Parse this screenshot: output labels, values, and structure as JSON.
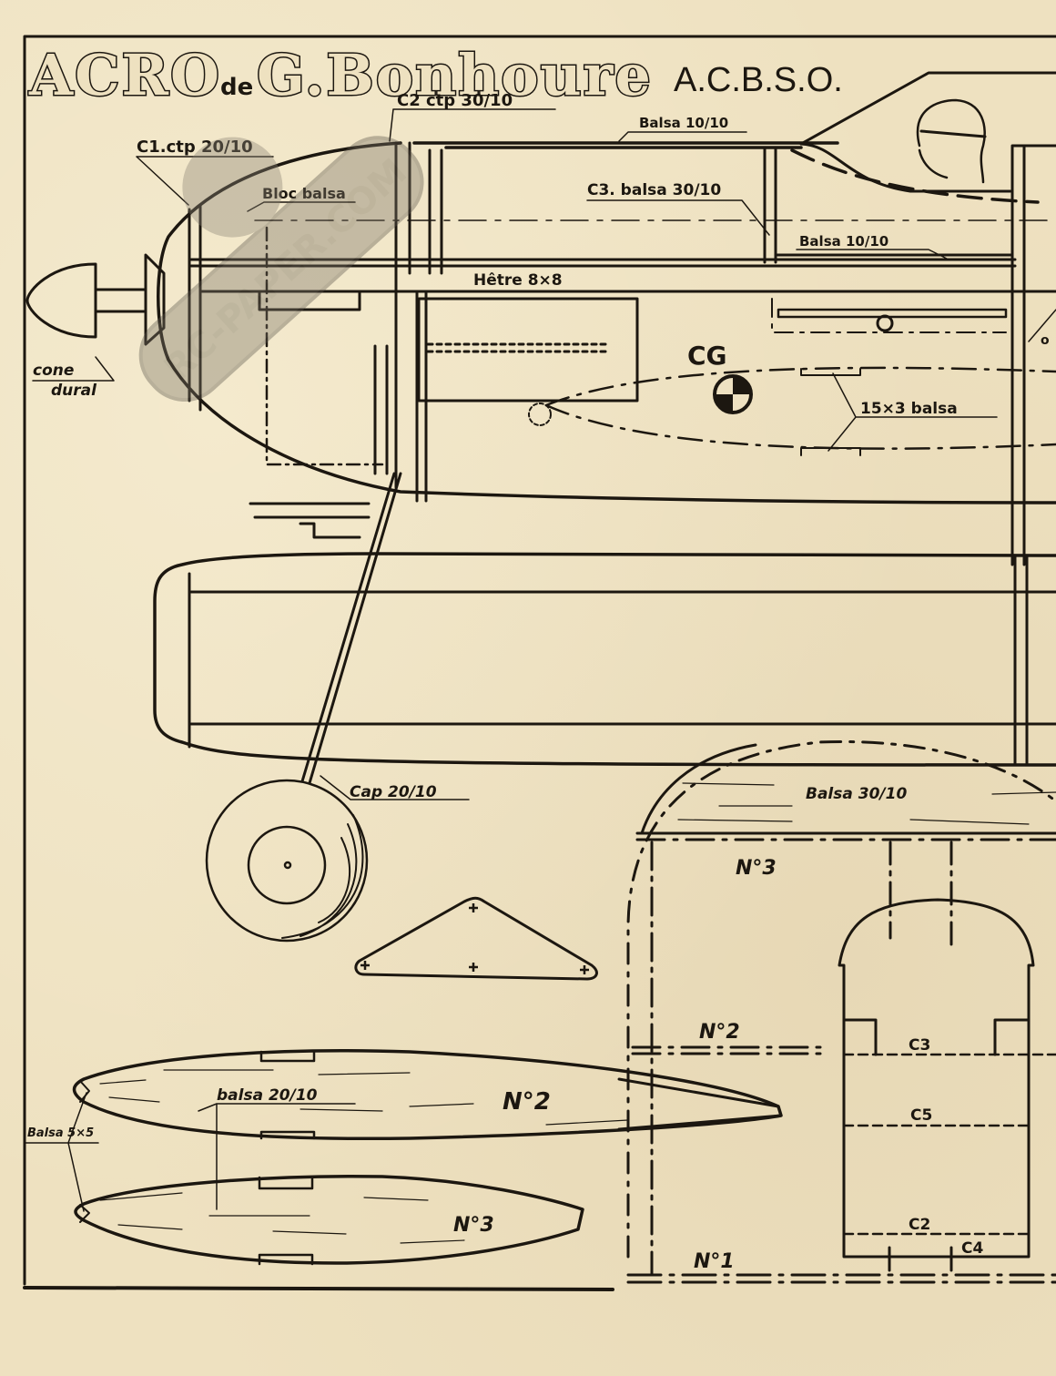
{
  "title": {
    "main": "ACRO",
    "connector": "de",
    "author": "G.Bonhoure",
    "club": "A.C.B.S.O."
  },
  "labels": {
    "c2": "C2 ctp 30/10",
    "c1": "C1.ctp 20/10",
    "bloc": "Bloc balsa",
    "balsa_top": "Balsa 10/10",
    "c3": "C3. balsa 30/10",
    "balsa_mid": "Balsa 10/10",
    "hetre": "Hêtre 8×8",
    "cone_1": "cone",
    "cone_2": "dural",
    "cg": "CG",
    "spar": "15×3 balsa",
    "edge_fragment": "o",
    "cap": "Cap 20/10",
    "balsa_30": "Balsa 30/10",
    "no3_top": "N°3",
    "no2_mid": "N°2",
    "no1_bot": "N°1",
    "c3_frame": "C3",
    "c5_frame": "C5",
    "c2_frame": "C2",
    "c4_frame": "C4",
    "balsa_20": "balsa 20/10",
    "balsa_5": "Balsa 5×5",
    "rib_no2": "N°2",
    "rib_no3": "N°3"
  },
  "watermark": {
    "text": "RC-PAPER.COM"
  },
  "colors": {
    "paper": "#eee1c0",
    "ink": "#1c1710"
  }
}
